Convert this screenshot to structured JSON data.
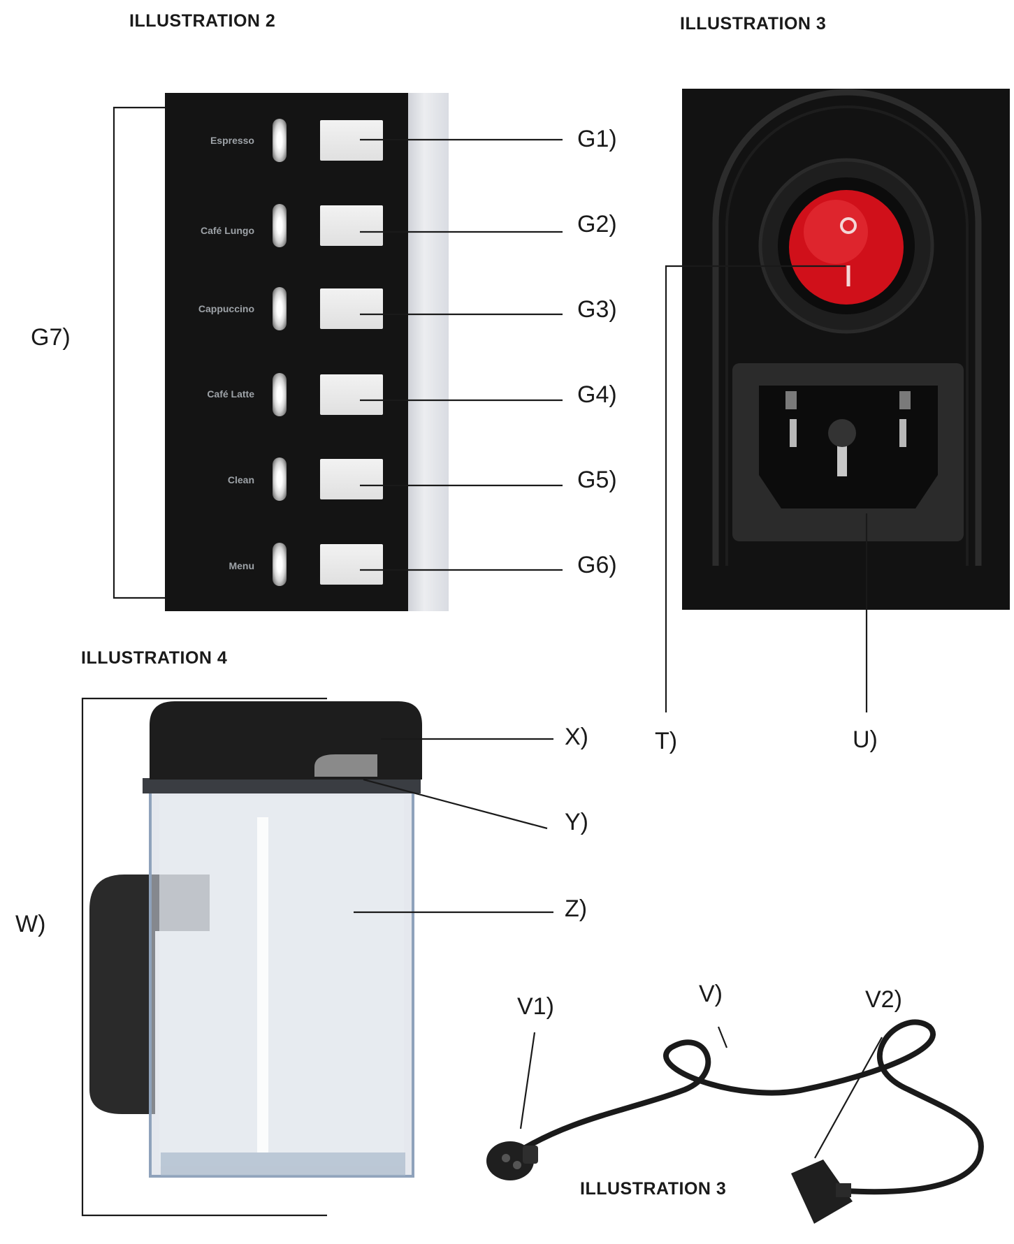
{
  "titles": {
    "illustration_2": "ILLUSTRATION 2",
    "illustration_3_top": "ILLUSTRATION 3",
    "illustration_4": "ILLUSTRATION 4",
    "illustration_3_bottom": "ILLUSTRATION 3"
  },
  "control_panel": {
    "buttons": [
      "Espresso",
      "Café Lungo",
      "Cappuccino",
      "Café Latte",
      "Clean",
      "Menu"
    ],
    "labels": [
      "G1)",
      "G2)",
      "G3)",
      "G4)",
      "G5)",
      "G6)"
    ],
    "group_label": "G7)"
  },
  "power_panel": {
    "switch_label": "T)",
    "socket_label": "U)",
    "switch_symbol_off": "O",
    "switch_symbol_on": "I"
  },
  "milk_jug": {
    "jug_label": "W)",
    "lid_label": "X)",
    "spout_label": "Y)",
    "tube_label": "Z)"
  },
  "power_cord": {
    "cord_label": "V)",
    "plug_label": "V1)",
    "connector_label": "V2)"
  },
  "colors": {
    "switch_red": "#d0101a",
    "panel_dark": "#141414"
  }
}
